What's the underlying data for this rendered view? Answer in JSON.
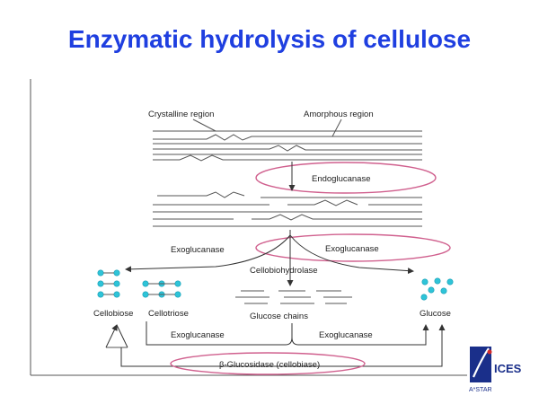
{
  "title": "Enzymatic hydrolysis of cellulose",
  "diagram": {
    "crystalline_label": "Crystalline region",
    "amorphous_label": "Amorphous region",
    "endoglucanase": "Endoglucanase",
    "exoglucanase_left": "Exoglucanase",
    "exoglucanase_right": "Exoglucanase",
    "cellobiohydrolase": "Cellobiohydrolase",
    "cellobiose": "Cellobiose",
    "cellotriose": "Cellotriose",
    "glucose_chains": "Glucose chains",
    "glucose": "Glucose",
    "exoglucanase_bottom_left": "Exoglucanase",
    "exoglucanase_bottom_right": "Exoglucanase",
    "beta_glucosidase": "β-Glucosidase (cellobiase)"
  },
  "logo": {
    "brand": "ICES",
    "org": "A*STAR",
    "colors": {
      "primary": "#1a2f8a",
      "accent": "#d42a2a"
    }
  },
  "colors": {
    "title": "#1f3fe0",
    "highlight_oval": "#d0608e",
    "sugar_dots": "#2ec4d8"
  }
}
